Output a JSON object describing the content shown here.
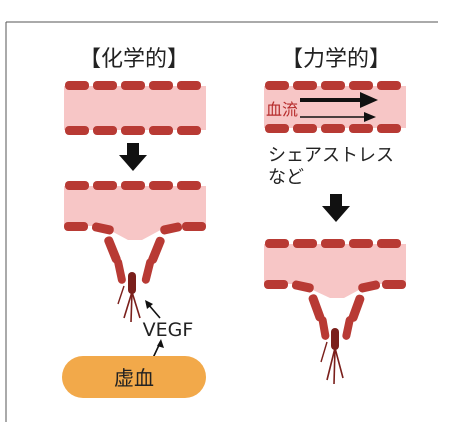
{
  "panels": {
    "left": {
      "title": "【化学的】",
      "vegf_label": "VEGF",
      "ischemia_label": "虚血"
    },
    "right": {
      "title": "【力学的】",
      "flow_label": "血流",
      "stress_line1": "シェアストレス",
      "stress_line2": "など"
    }
  },
  "colors": {
    "vessel_fill": "#f7c6c6",
    "cell_red": "#b83a34",
    "cell_dark": "#7a1f1b",
    "ischemia_orange": "#f2a94a",
    "arrow_black": "#111111",
    "text_dark": "#222222",
    "flow_text": "#b52a2a",
    "border_gray": "#555555"
  }
}
